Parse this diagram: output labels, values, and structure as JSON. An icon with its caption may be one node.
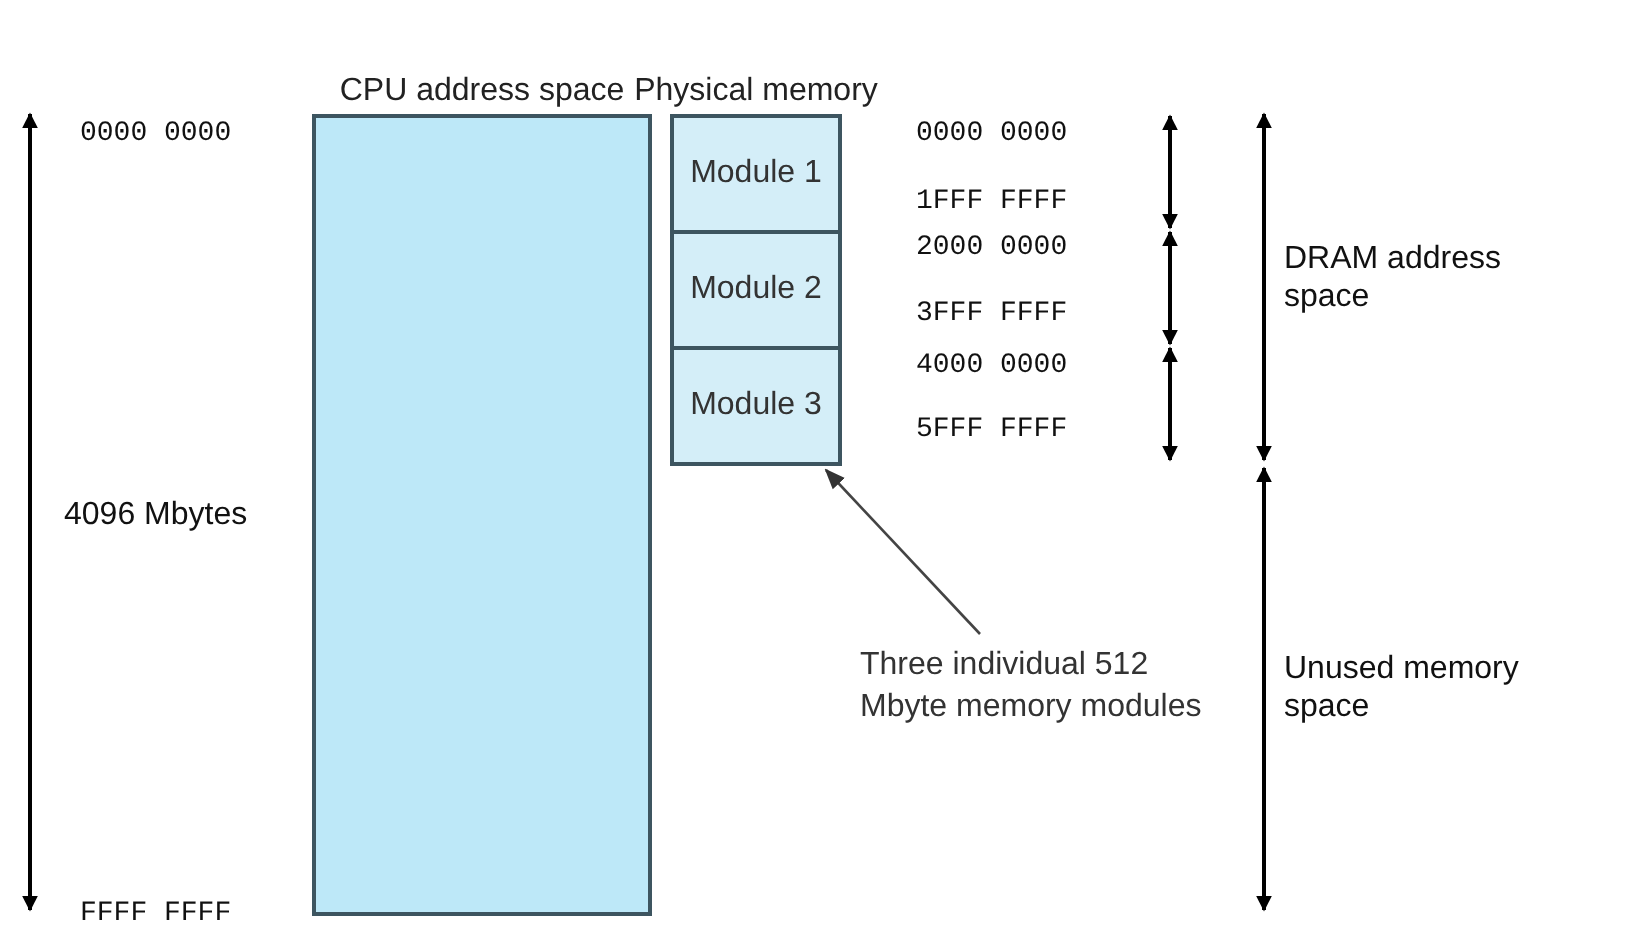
{
  "diagram": {
    "nodes": [
      {
        "text": [
          "CPU address space"
        ]
      },
      {
        "text": [
          "Physical memory"
        ]
      },
      {
        "text": [
          "Module 1"
        ],
        "in": 1
      },
      {
        "text": [
          "Module 2"
        ],
        "in": 1
      },
      {
        "text": [
          "Module 3"
        ],
        "in": 1
      },
      {
        "text": [
          "Three individual 512 Mbyte memory modules"
        ]
      }
    ],
    "edges": [
      {
        "from": 5,
        "to": 1,
        "arrow": "to"
      }
    ],
    "labels": [
      "0000 0000",
      "0000 0000",
      "1FFF FFFF",
      "2000 0000",
      "DRAM address space",
      "3FFF FFFF",
      "4000 0000",
      "5FFF FFFF",
      "4096 Mbytes",
      "Unused memory space",
      "FFFF FFFF"
    ]
  }
}
